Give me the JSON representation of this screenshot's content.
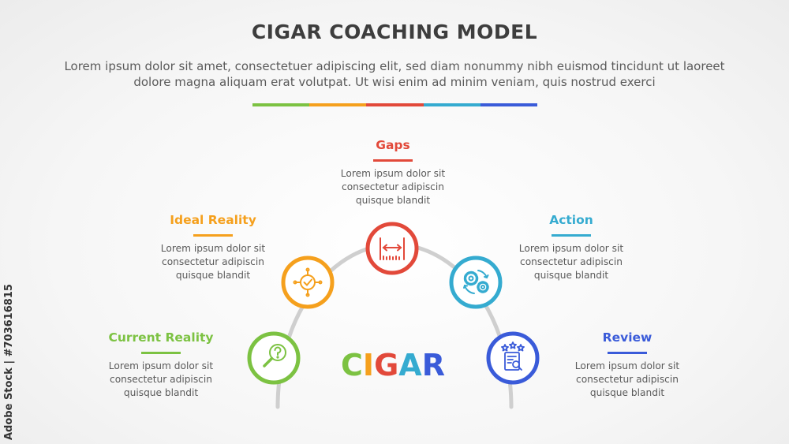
{
  "header": {
    "title": "CIGAR COACHING MODEL",
    "intro": "Lorem ipsum dolor sit amet, consectetuer adipiscing elit, sed diam nonummy nibh euismod tincidunt ut laoreet dolore magna aliquam erat volutpat. Ut wisi enim ad minim veniam, quis nostrud exerci"
  },
  "colors": {
    "green": "#7cc242",
    "orange": "#f5a01d",
    "red": "#e2493a",
    "teal": "#35abd0",
    "blue": "#3a5bd9",
    "arc": "#cfcfcf"
  },
  "center": {
    "letters": [
      {
        "char": "C",
        "color": "#7cc242"
      },
      {
        "char": "I",
        "color": "#f5a01d"
      },
      {
        "char": "G",
        "color": "#e2493a"
      },
      {
        "char": "A",
        "color": "#35abd0"
      },
      {
        "char": "R",
        "color": "#3a5bd9"
      }
    ]
  },
  "steps": [
    {
      "title": "Current Reality",
      "color": "#7cc242",
      "icon": "magnifier-question-icon",
      "lines": [
        "Lorem ipsum dolor sit",
        "consectetur adipiscin",
        "quisque blandit"
      ]
    },
    {
      "title": "Ideal Reality",
      "color": "#f5a01d",
      "icon": "target-check-icon",
      "lines": [
        "Lorem ipsum dolor sit",
        "consectetur adipiscin",
        "quisque blandit"
      ]
    },
    {
      "title": "Gaps",
      "color": "#e2493a",
      "icon": "gap-measure-icon",
      "lines": [
        "Lorem ipsum dolor sit",
        "consectetur adipiscin",
        "quisque blandit"
      ]
    },
    {
      "title": "Action",
      "color": "#35abd0",
      "icon": "gears-icon",
      "lines": [
        "Lorem ipsum dolor sit",
        "consectetur adipiscin",
        "quisque blandit"
      ]
    },
    {
      "title": "Review",
      "color": "#3a5bd9",
      "icon": "rated-document-icon",
      "lines": [
        "Lorem ipsum dolor sit",
        "consectetur adipiscin",
        "quisque blandit"
      ]
    }
  ],
  "watermark": "Adobe Stock | #703616815"
}
